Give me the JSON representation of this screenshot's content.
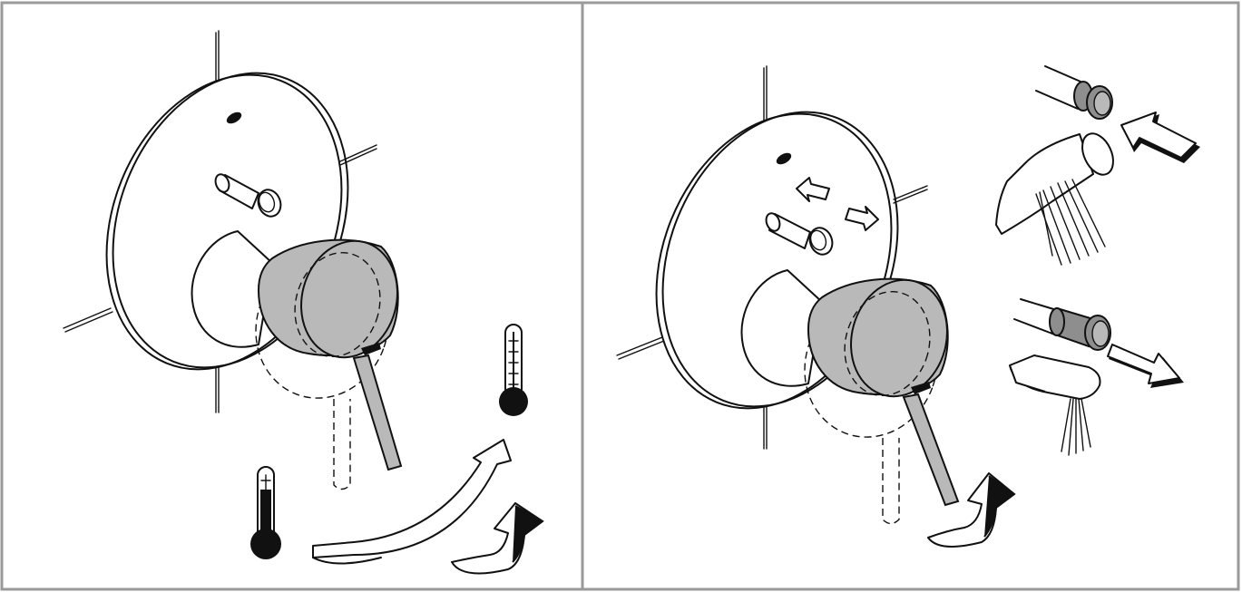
{
  "colors": {
    "frame": "#9a9a9a",
    "line": "#111111",
    "handle_fill": "#b9b9b9",
    "diverter_fill": "#8e8e8e",
    "background": "#ffffff"
  },
  "panels": [
    {
      "id": "temperature-control",
      "icons": [
        "wall-tiles",
        "cover-plate",
        "diverter-knob",
        "lever-handle",
        "hot-thermometer-icon",
        "cold-thermometer-icon",
        "swing-arrow-icon",
        "rotate-arrow-icon"
      ]
    },
    {
      "id": "diverter-control",
      "icons": [
        "wall-tiles",
        "cover-plate",
        "diverter-knob",
        "push-pull-arrows-icon",
        "lever-handle",
        "rotate-arrow-icon",
        "diverter-pushed-in-icon",
        "hand-shower-icon",
        "push-arrow-icon",
        "diverter-pulled-out-icon",
        "bath-spout-icon",
        "pull-arrow-icon"
      ]
    }
  ]
}
